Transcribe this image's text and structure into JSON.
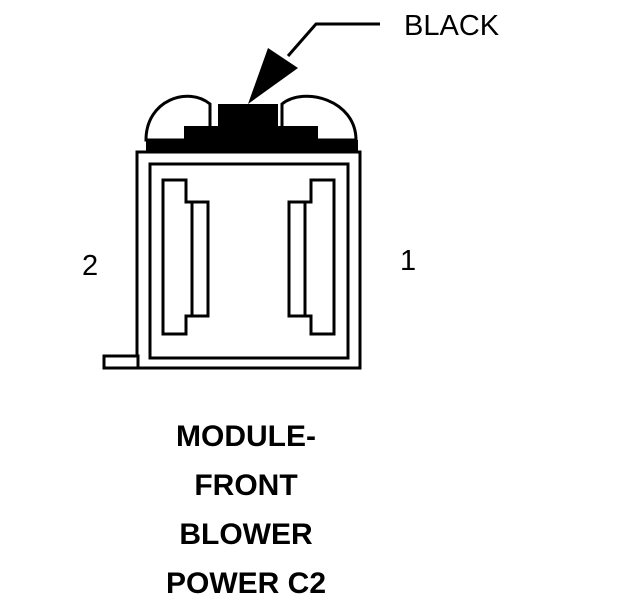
{
  "callout": {
    "label": "BLACK"
  },
  "pins": {
    "left_label": "2",
    "right_label": "1"
  },
  "title_lines": [
    "MODULE-",
    "FRONT",
    "BLOWER",
    "POWER C2"
  ],
  "colors": {
    "line": "#000000",
    "background": "#ffffff"
  }
}
